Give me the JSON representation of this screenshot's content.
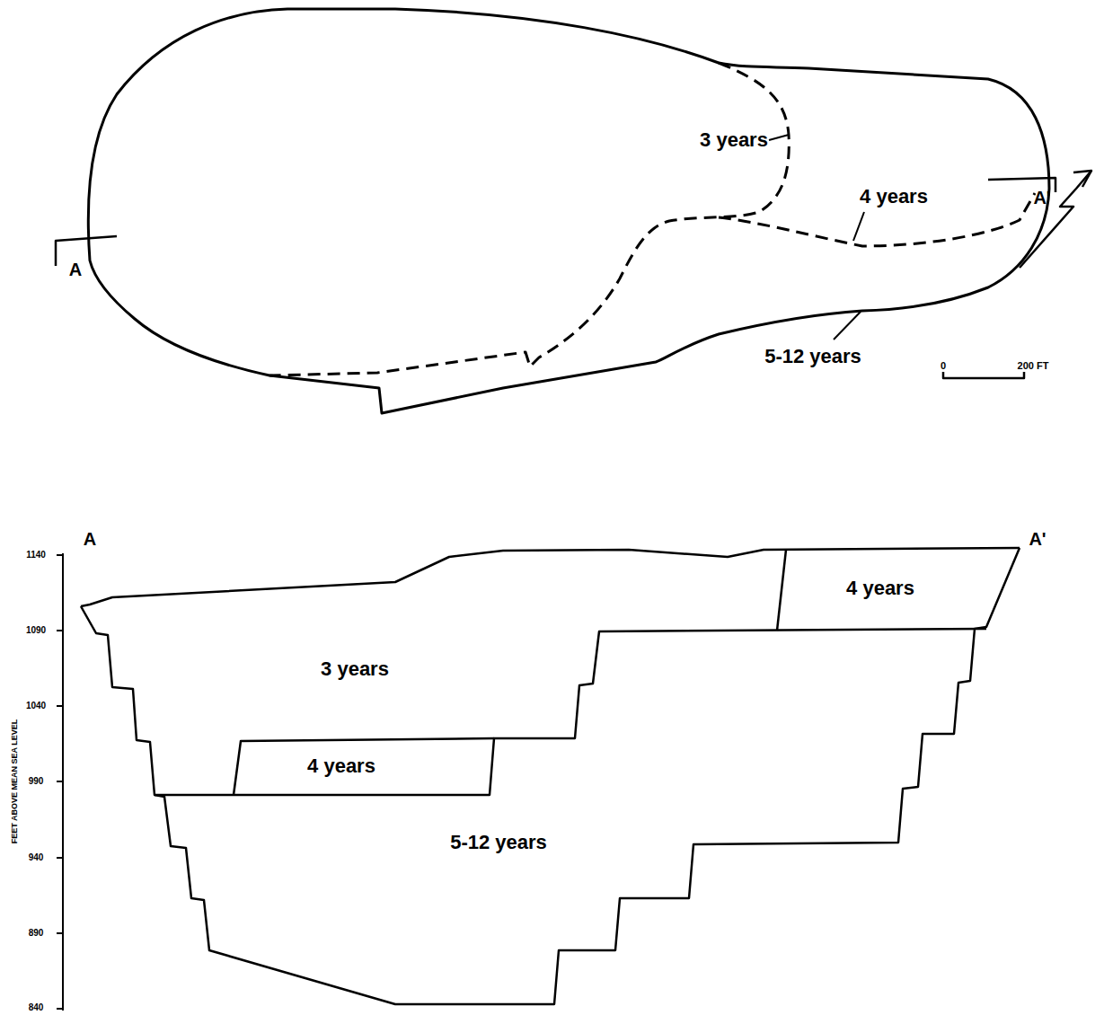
{
  "diagram": {
    "labels": [
      "3 years",
      "4 years",
      "A'",
      "A",
      "5-12 years",
      "0",
      "200 FT",
      "A",
      "A'",
      "1140",
      "1090",
      "1040",
      "990",
      "940",
      "890",
      "840",
      "FEET ABOVE MEAN SEA LEVEL",
      "4 years",
      "3 years",
      "4 years",
      "5-12 years"
    ]
  }
}
